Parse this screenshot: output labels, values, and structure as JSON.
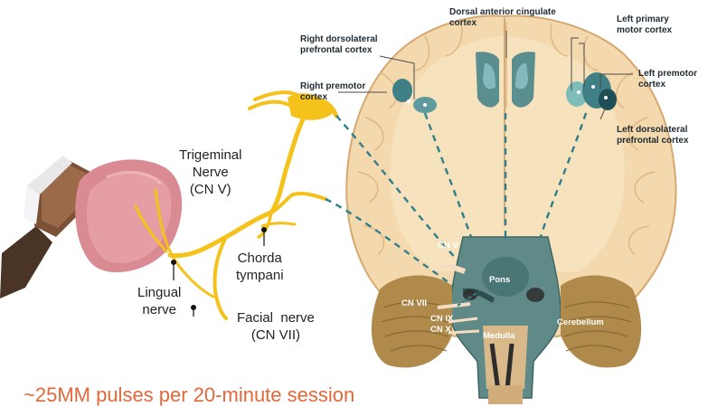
{
  "brain_labels": {
    "dacc": [
      "Dorsal anterior cingulate",
      "cortex"
    ],
    "right_dlpfc": [
      "Right dorsolateral",
      "prefrontal cortex"
    ],
    "right_premotor": [
      "Right premotor",
      "cortex"
    ],
    "left_primary_motor": [
      "Left primary",
      "motor cortex"
    ],
    "left_premotor": [
      "Left premotor",
      "cortex"
    ],
    "left_dlpfc": [
      "Left dorsolateral",
      "prefrontal cortex"
    ]
  },
  "nerve_labels": {
    "trigeminal": [
      "Trigeminal",
      "Nerve",
      "(CN V)"
    ],
    "chorda": [
      "Chorda",
      "tympani"
    ],
    "lingual": [
      "Lingual",
      "nerve"
    ],
    "facial": [
      "Facial  nerve",
      "(CN VII)"
    ]
  },
  "structure_labels": {
    "cn_v": "CN V",
    "pons": "Pons",
    "cn_vii": "CN VII",
    "cn_ix": "CN IX",
    "cn_x": "CN X",
    "medulla": "Medulla",
    "cerebellum": "Cerebellum"
  },
  "footer_text": "~25MM pulses per 20-minute session",
  "colors": {
    "nerve_yellow": "#f4c21a",
    "brain_tissue": "#f3d9ad",
    "brain_outline": "#d6a872",
    "region_teal": "#3f7f86",
    "brainstem": "#5f8a88",
    "cerebellum": "#b08a4a",
    "dash_teal": "#2f7f8a",
    "footer_orange": "#e2683b"
  }
}
